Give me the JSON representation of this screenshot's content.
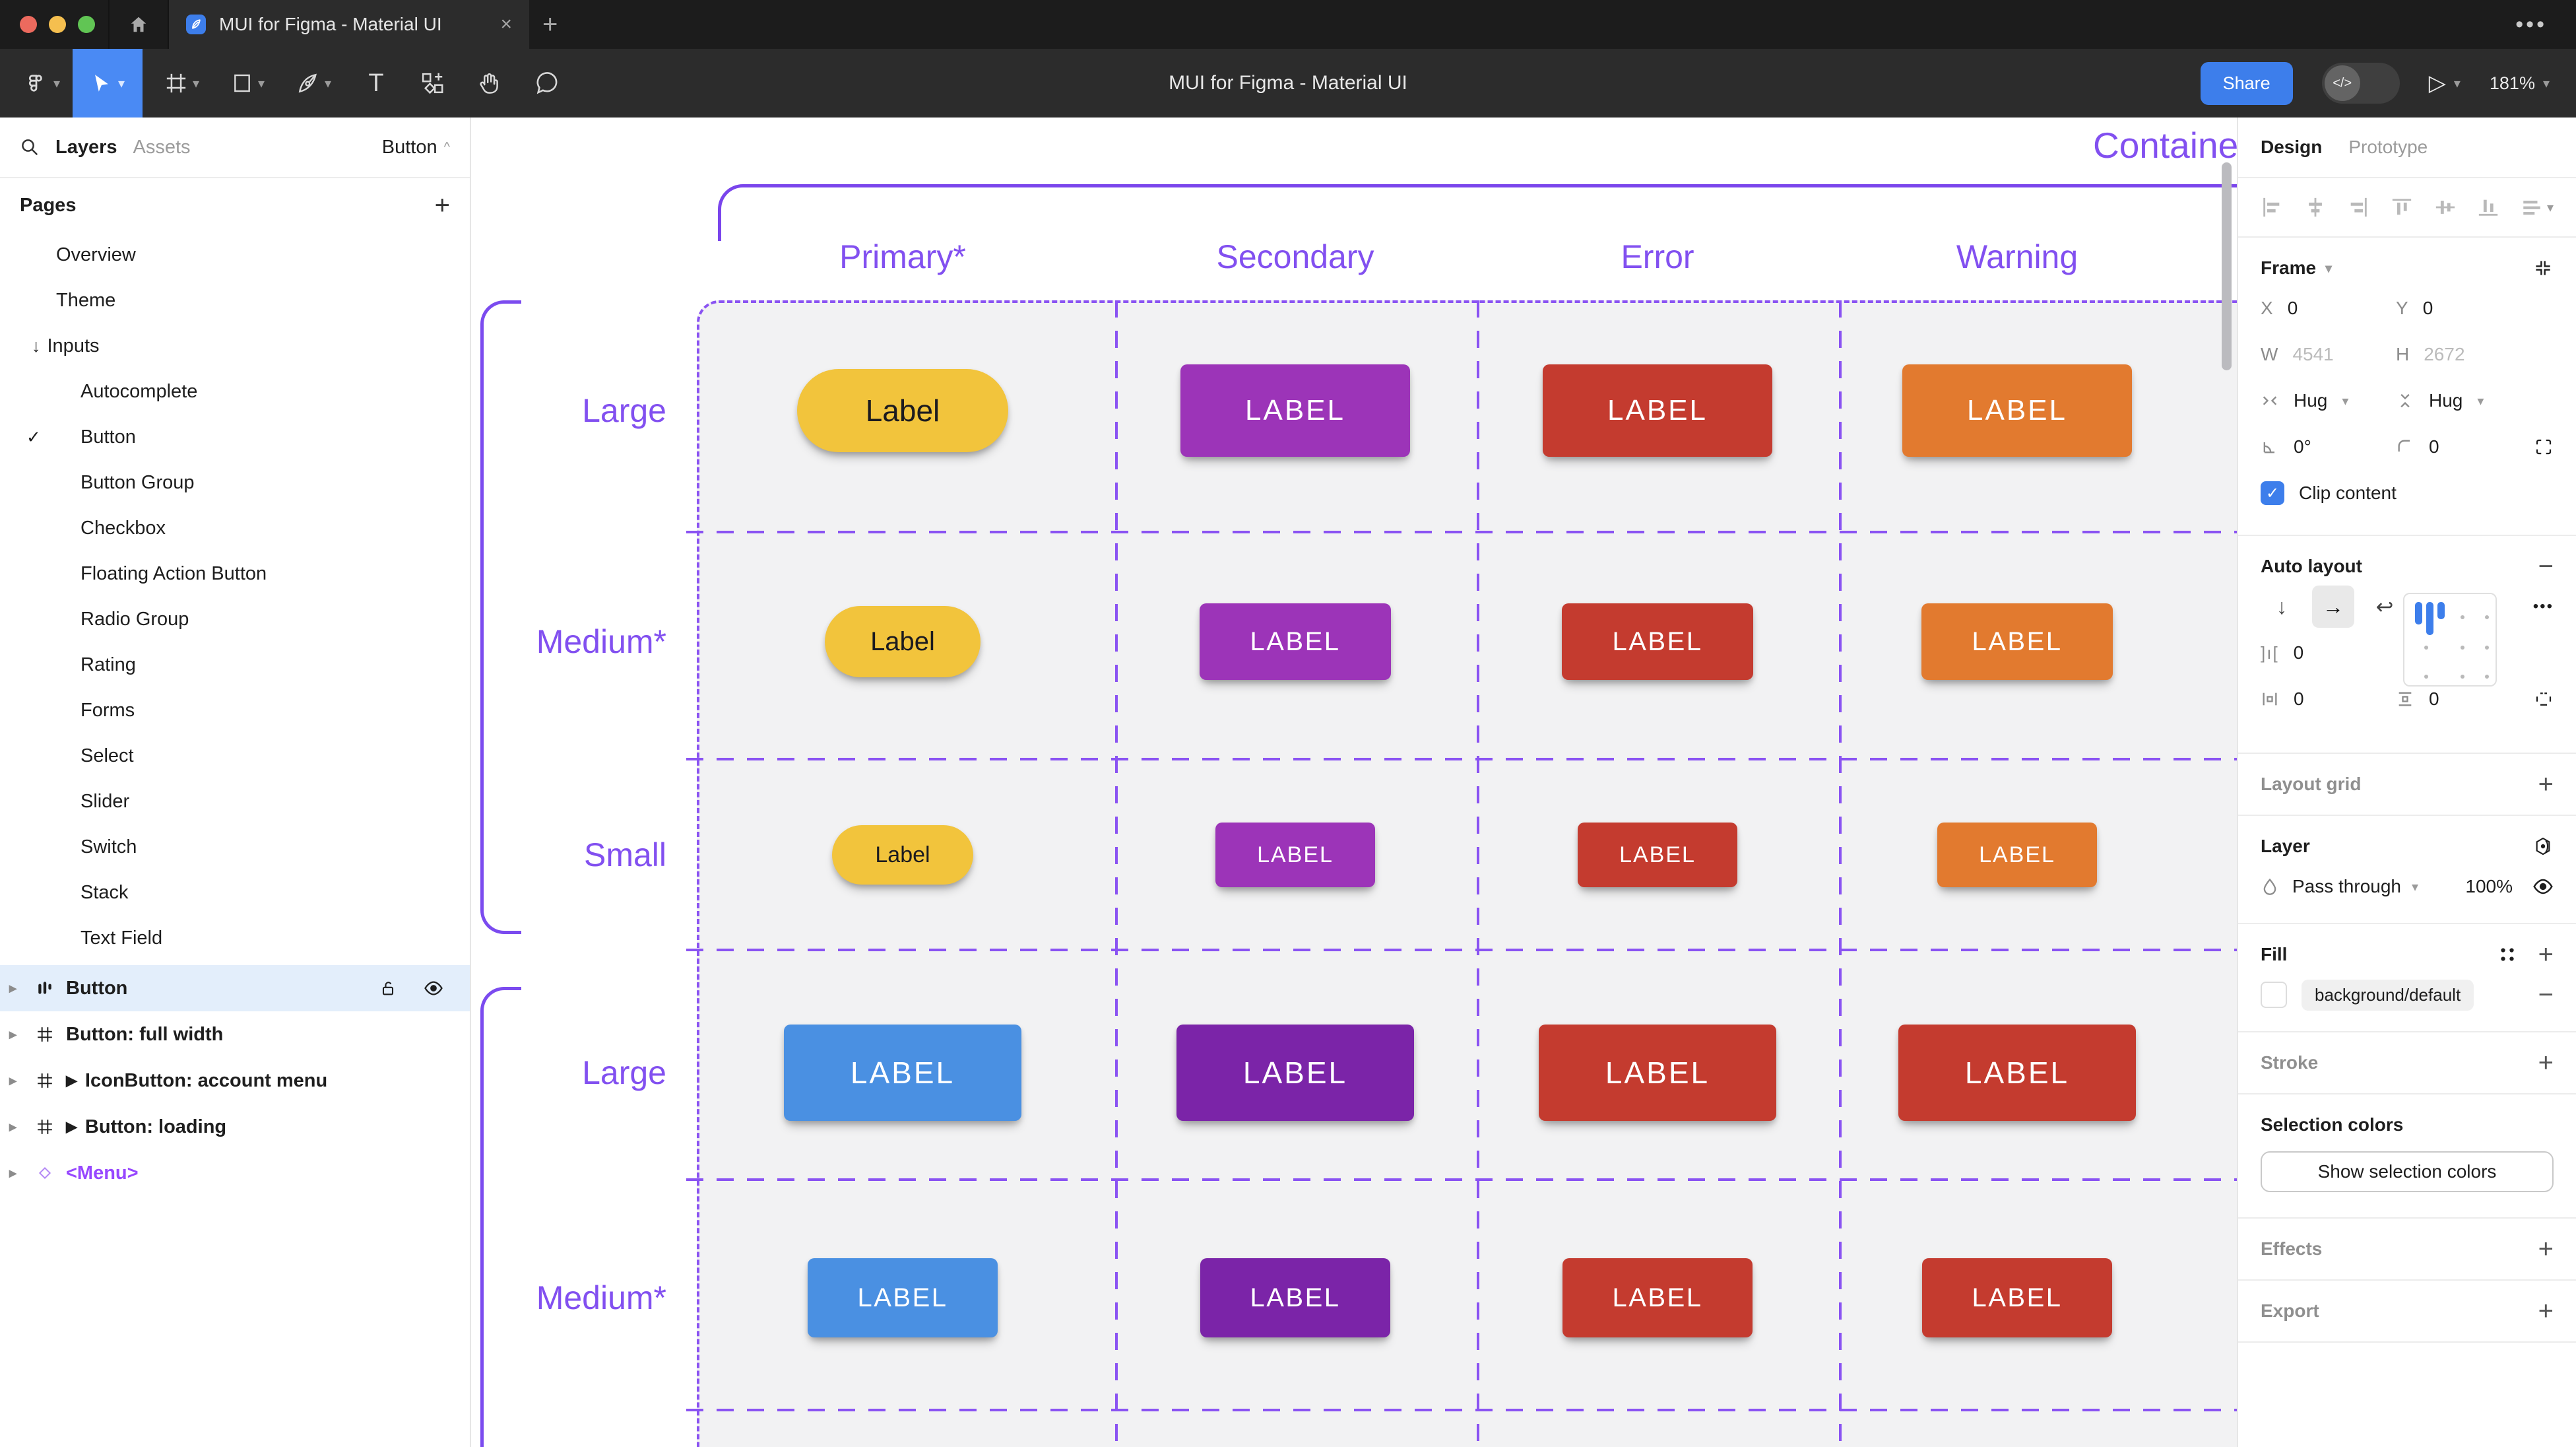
{
  "window": {
    "tab_title": "MUI for Figma - Material UI",
    "close_glyph": "×",
    "new_tab_glyph": "+",
    "more_glyph": "•••"
  },
  "toolbar": {
    "title": "MUI for Figma - Material UI",
    "share": "Share",
    "dev_toggle": "</>",
    "play_glyph": "▷",
    "zoom": "181%"
  },
  "sidebar": {
    "tabs": {
      "layers": "Layers",
      "assets": "Assets",
      "page_selector": "Button",
      "collapse_glyph": "^"
    },
    "pages_header": "Pages",
    "add_page_glyph": "+",
    "pages": [
      {
        "label": "Overview",
        "indent": 1
      },
      {
        "label": "Theme",
        "indent": 1
      },
      {
        "label": "Inputs",
        "indent": 1,
        "arrow": "↓"
      },
      {
        "label": "Autocomplete",
        "indent": 2
      },
      {
        "label": "Button",
        "indent": 2,
        "checked": true
      },
      {
        "label": "Button Group",
        "indent": 2
      },
      {
        "label": "Checkbox",
        "indent": 2
      },
      {
        "label": "Floating Action Button",
        "indent": 2
      },
      {
        "label": "Radio Group",
        "indent": 2
      },
      {
        "label": "Rating",
        "indent": 2
      },
      {
        "label": "Forms",
        "indent": 2
      },
      {
        "label": "Select",
        "indent": 2
      },
      {
        "label": "Slider",
        "indent": 2
      },
      {
        "label": "Switch",
        "indent": 2
      },
      {
        "label": "Stack",
        "indent": 2
      },
      {
        "label": "Text Field",
        "indent": 2
      }
    ],
    "layers": [
      {
        "label": "Button",
        "icon": "autolayout",
        "selected": true
      },
      {
        "label": "Button: full width",
        "icon": "frame"
      },
      {
        "label": "IconButton: account menu",
        "icon": "frame",
        "play": true
      },
      {
        "label": "Button: loading",
        "icon": "frame",
        "play": true
      },
      {
        "label": "<Menu>",
        "icon": "diamond",
        "purple": true
      }
    ]
  },
  "canvas": {
    "frame_title": "Contained",
    "columns": [
      "Primary*",
      "Secondary",
      "Error",
      "Warning"
    ],
    "rows": [
      {
        "label": "Large",
        "cells": [
          {
            "text": "Label",
            "variant": "lg-pill",
            "bg": "#F2C43C",
            "fg": "#1C1B1F"
          },
          {
            "text": "LABEL",
            "variant": "lg-rect",
            "bg": "#9C34B8",
            "fg": "#FFFFFF"
          },
          {
            "text": "LABEL",
            "variant": "lg-rect",
            "bg": "#C43B2F",
            "fg": "#FFFFFF"
          },
          {
            "text": "LABEL",
            "variant": "lg-rect",
            "bg": "#E27A2F",
            "fg": "#FFFFFF"
          }
        ]
      },
      {
        "label": "Medium*",
        "cells": [
          {
            "text": "Label",
            "variant": "md-pill",
            "bg": "#F2C43C",
            "fg": "#1C1B1F"
          },
          {
            "text": "LABEL",
            "variant": "md-rect",
            "bg": "#9C34B8",
            "fg": "#FFFFFF"
          },
          {
            "text": "LABEL",
            "variant": "md-rect",
            "bg": "#C43B2F",
            "fg": "#FFFFFF"
          },
          {
            "text": "LABEL",
            "variant": "md-rect",
            "bg": "#E27A2F",
            "fg": "#FFFFFF"
          }
        ]
      },
      {
        "label": "Small",
        "cells": [
          {
            "text": "Label",
            "variant": "sm-pill",
            "bg": "#F2C43C",
            "fg": "#1C1B1F"
          },
          {
            "text": "LABEL",
            "variant": "sm-rect",
            "bg": "#9C34B8",
            "fg": "#FFFFFF"
          },
          {
            "text": "LABEL",
            "variant": "sm-rect",
            "bg": "#C43B2F",
            "fg": "#FFFFFF"
          },
          {
            "text": "LABEL",
            "variant": "sm-rect",
            "bg": "#E27A2F",
            "fg": "#FFFFFF"
          }
        ]
      },
      {
        "label": "Large",
        "cells": [
          {
            "text": "LABEL",
            "variant": "lg2-rect",
            "bg": "#4A90E2",
            "fg": "#FFFFFF"
          },
          {
            "text": "LABEL",
            "variant": "lg2-rect",
            "bg": "#7B24A8",
            "fg": "#FFFFFF"
          },
          {
            "text": "LABEL",
            "variant": "lg2-rect",
            "bg": "#C43B2F",
            "fg": "#FFFFFF"
          },
          {
            "text": "LABEL",
            "variant": "lg2-rect",
            "bg": "#C43B2F",
            "fg": "#FFFFFF"
          }
        ]
      },
      {
        "label": "Medium*",
        "cells": [
          {
            "text": "LABEL",
            "variant": "md2-rect",
            "bg": "#4A90E2",
            "fg": "#FFFFFF"
          },
          {
            "text": "LABEL",
            "variant": "md2-rect",
            "bg": "#7B24A8",
            "fg": "#FFFFFF"
          },
          {
            "text": "LABEL",
            "variant": "md2-rect",
            "bg": "#C43B2F",
            "fg": "#FFFFFF"
          },
          {
            "text": "LABEL",
            "variant": "md2-rect",
            "bg": "#C43B2F",
            "fg": "#FFFFFF"
          }
        ]
      }
    ],
    "accent_purple": "#8A53F2"
  },
  "inspector": {
    "tabs": {
      "design": "Design",
      "prototype": "Prototype"
    },
    "frame": {
      "header": "Frame",
      "x_label": "X",
      "x": "0",
      "y_label": "Y",
      "y": "0",
      "w_label": "W",
      "w": "4541",
      "h_label": "H",
      "h": "2672",
      "hug_h": "Hug",
      "hug_v": "Hug",
      "rotation": "0°",
      "radius": "0",
      "clip_label": "Clip content"
    },
    "auto_layout": {
      "header": "Auto layout",
      "down_glyph": "↓",
      "right_glyph": "→",
      "wrap_glyph": "↩",
      "gap": "0",
      "pad_h": "0",
      "pad_v": "0",
      "more_glyph": "•••"
    },
    "layout_grid": {
      "header": "Layout grid"
    },
    "layer": {
      "header": "Layer",
      "blend": "Pass through",
      "opacity": "100%"
    },
    "fill": {
      "header": "Fill",
      "token": "background/default"
    },
    "stroke": {
      "header": "Stroke"
    },
    "selection_colors": {
      "header": "Selection colors",
      "button": "Show selection colors"
    },
    "effects": {
      "header": "Effects"
    },
    "export": {
      "header": "Export"
    }
  }
}
